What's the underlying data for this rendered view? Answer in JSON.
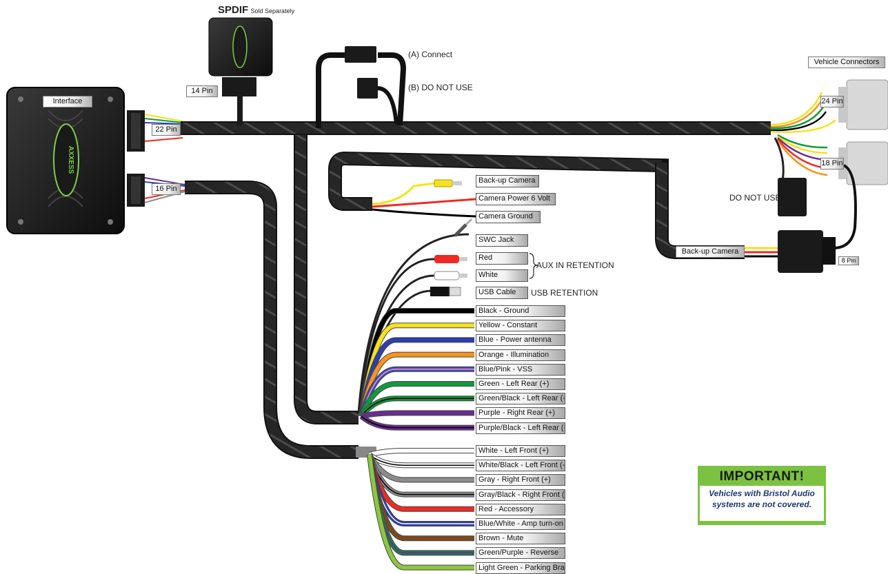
{
  "spdif": {
    "title": "SPDIF",
    "subtitle": "Sold Separately",
    "pin_label": "14 Pin"
  },
  "interface": {
    "label": "Interface",
    "pin22": "22 Pin",
    "pin16": "16 Pin",
    "logo_text": "AXXESS"
  },
  "connect_a": "(A) Connect",
  "connect_b": "(B) DO NOT USE",
  "vehicle": {
    "title": "Vehicle Connectors",
    "pin24": "24 Pin",
    "pin18": "18 Pin",
    "do_not_use": "DO NOT USE",
    "backup_camera": "Back-up Camera",
    "pin8": "8 Pin"
  },
  "camera_leads": [
    {
      "label": "Back-up Camera"
    },
    {
      "label": "Camera Power 6 Volt"
    },
    {
      "label": "Camera Ground"
    }
  ],
  "aux_leads": [
    {
      "label": "SWC Jack"
    },
    {
      "label": "Red"
    },
    {
      "label": "White"
    },
    {
      "label": "USB Cable"
    }
  ],
  "aux_retention": "AUX IN RETENTION",
  "usb_retention": "USB RETENTION",
  "wires_group1": [
    {
      "label": "Black - Ground",
      "color": "#000000",
      "stripe": ""
    },
    {
      "label": "Yellow - Constant",
      "color": "#f5e11d",
      "stripe": ""
    },
    {
      "label": "Blue - Power antenna",
      "color": "#2b3fae",
      "stripe": ""
    },
    {
      "label": "Orange - Illumination",
      "color": "#f7931e",
      "stripe": ""
    },
    {
      "label": "Blue/Pink - VSS",
      "color": "#3b4bb5",
      "stripe": "#f19ac6"
    },
    {
      "label": "Green - Left Rear (+)",
      "color": "#0f9a3e",
      "stripe": ""
    },
    {
      "label": "Green/Black - Left Rear (-)",
      "color": "#0f9a3e",
      "stripe": "#000000"
    },
    {
      "label": "Purple - Right Rear (+)",
      "color": "#6a2c91",
      "stripe": ""
    },
    {
      "label": "Purple/Black - Left Rear (-)",
      "color": "#6a2c91",
      "stripe": "#000000"
    }
  ],
  "wires_group2": [
    {
      "label": "White - Left Front (+)",
      "color": "#ffffff",
      "stripe": ""
    },
    {
      "label": "White/Black - Left Front (-)",
      "color": "#ffffff",
      "stripe": "#000000"
    },
    {
      "label": "Gray - Right Front (+)",
      "color": "#8c8c8c",
      "stripe": ""
    },
    {
      "label": "Gray/Black - Right Front (-)",
      "color": "#8c8c8c",
      "stripe": "#000000"
    },
    {
      "label": "Red - Accessory",
      "color": "#ee2a24",
      "stripe": ""
    },
    {
      "label": "Blue/White - Amp turn-on",
      "color": "#2b3fae",
      "stripe": "#ffffff"
    },
    {
      "label": "Brown - Mute",
      "color": "#7a4a1e",
      "stripe": ""
    },
    {
      "label": "Green/Purple - Reverse",
      "color": "#1f7a4d",
      "stripe": "#6a2c91"
    },
    {
      "label": "Light Green -  Parking Brake",
      "color": "#8dc63f",
      "stripe": ""
    }
  ],
  "important": {
    "title": "IMPORTANT!",
    "line1": "Vehicles with Bristol Audio",
    "line2": "systems are not covered."
  }
}
